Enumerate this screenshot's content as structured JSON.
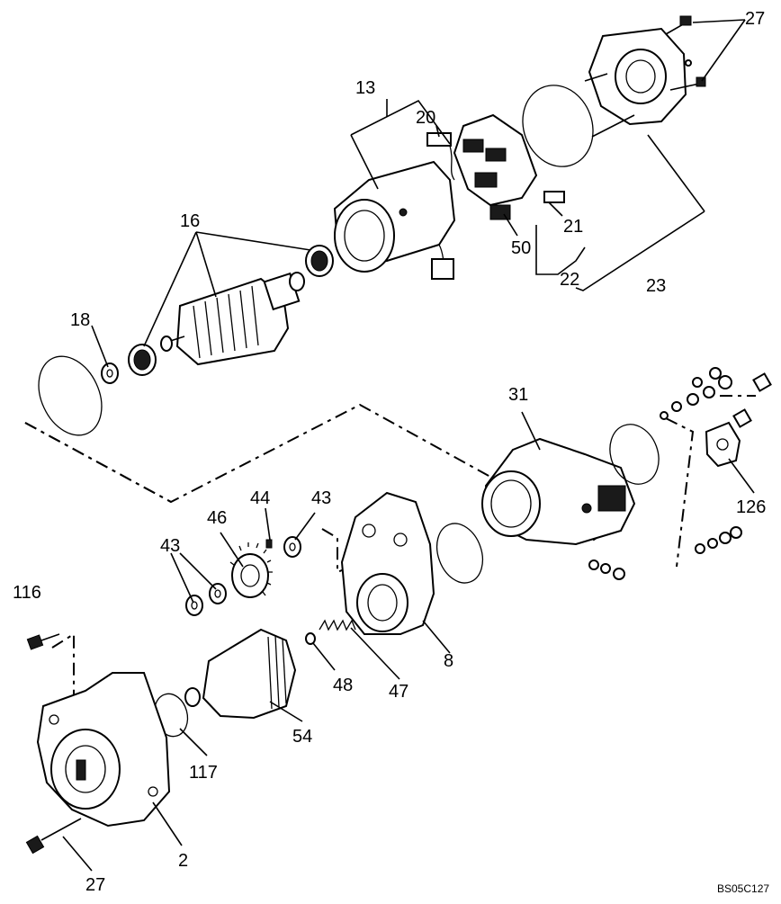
{
  "diagram": {
    "drawing_code": "BS05C127",
    "callouts": [
      "27",
      "13",
      "20",
      "16",
      "21",
      "50",
      "22",
      "23",
      "18",
      "31",
      "44",
      "43",
      "46",
      "43",
      "126",
      "116",
      "8",
      "48",
      "47",
      "54",
      "117",
      "2",
      "27"
    ]
  }
}
